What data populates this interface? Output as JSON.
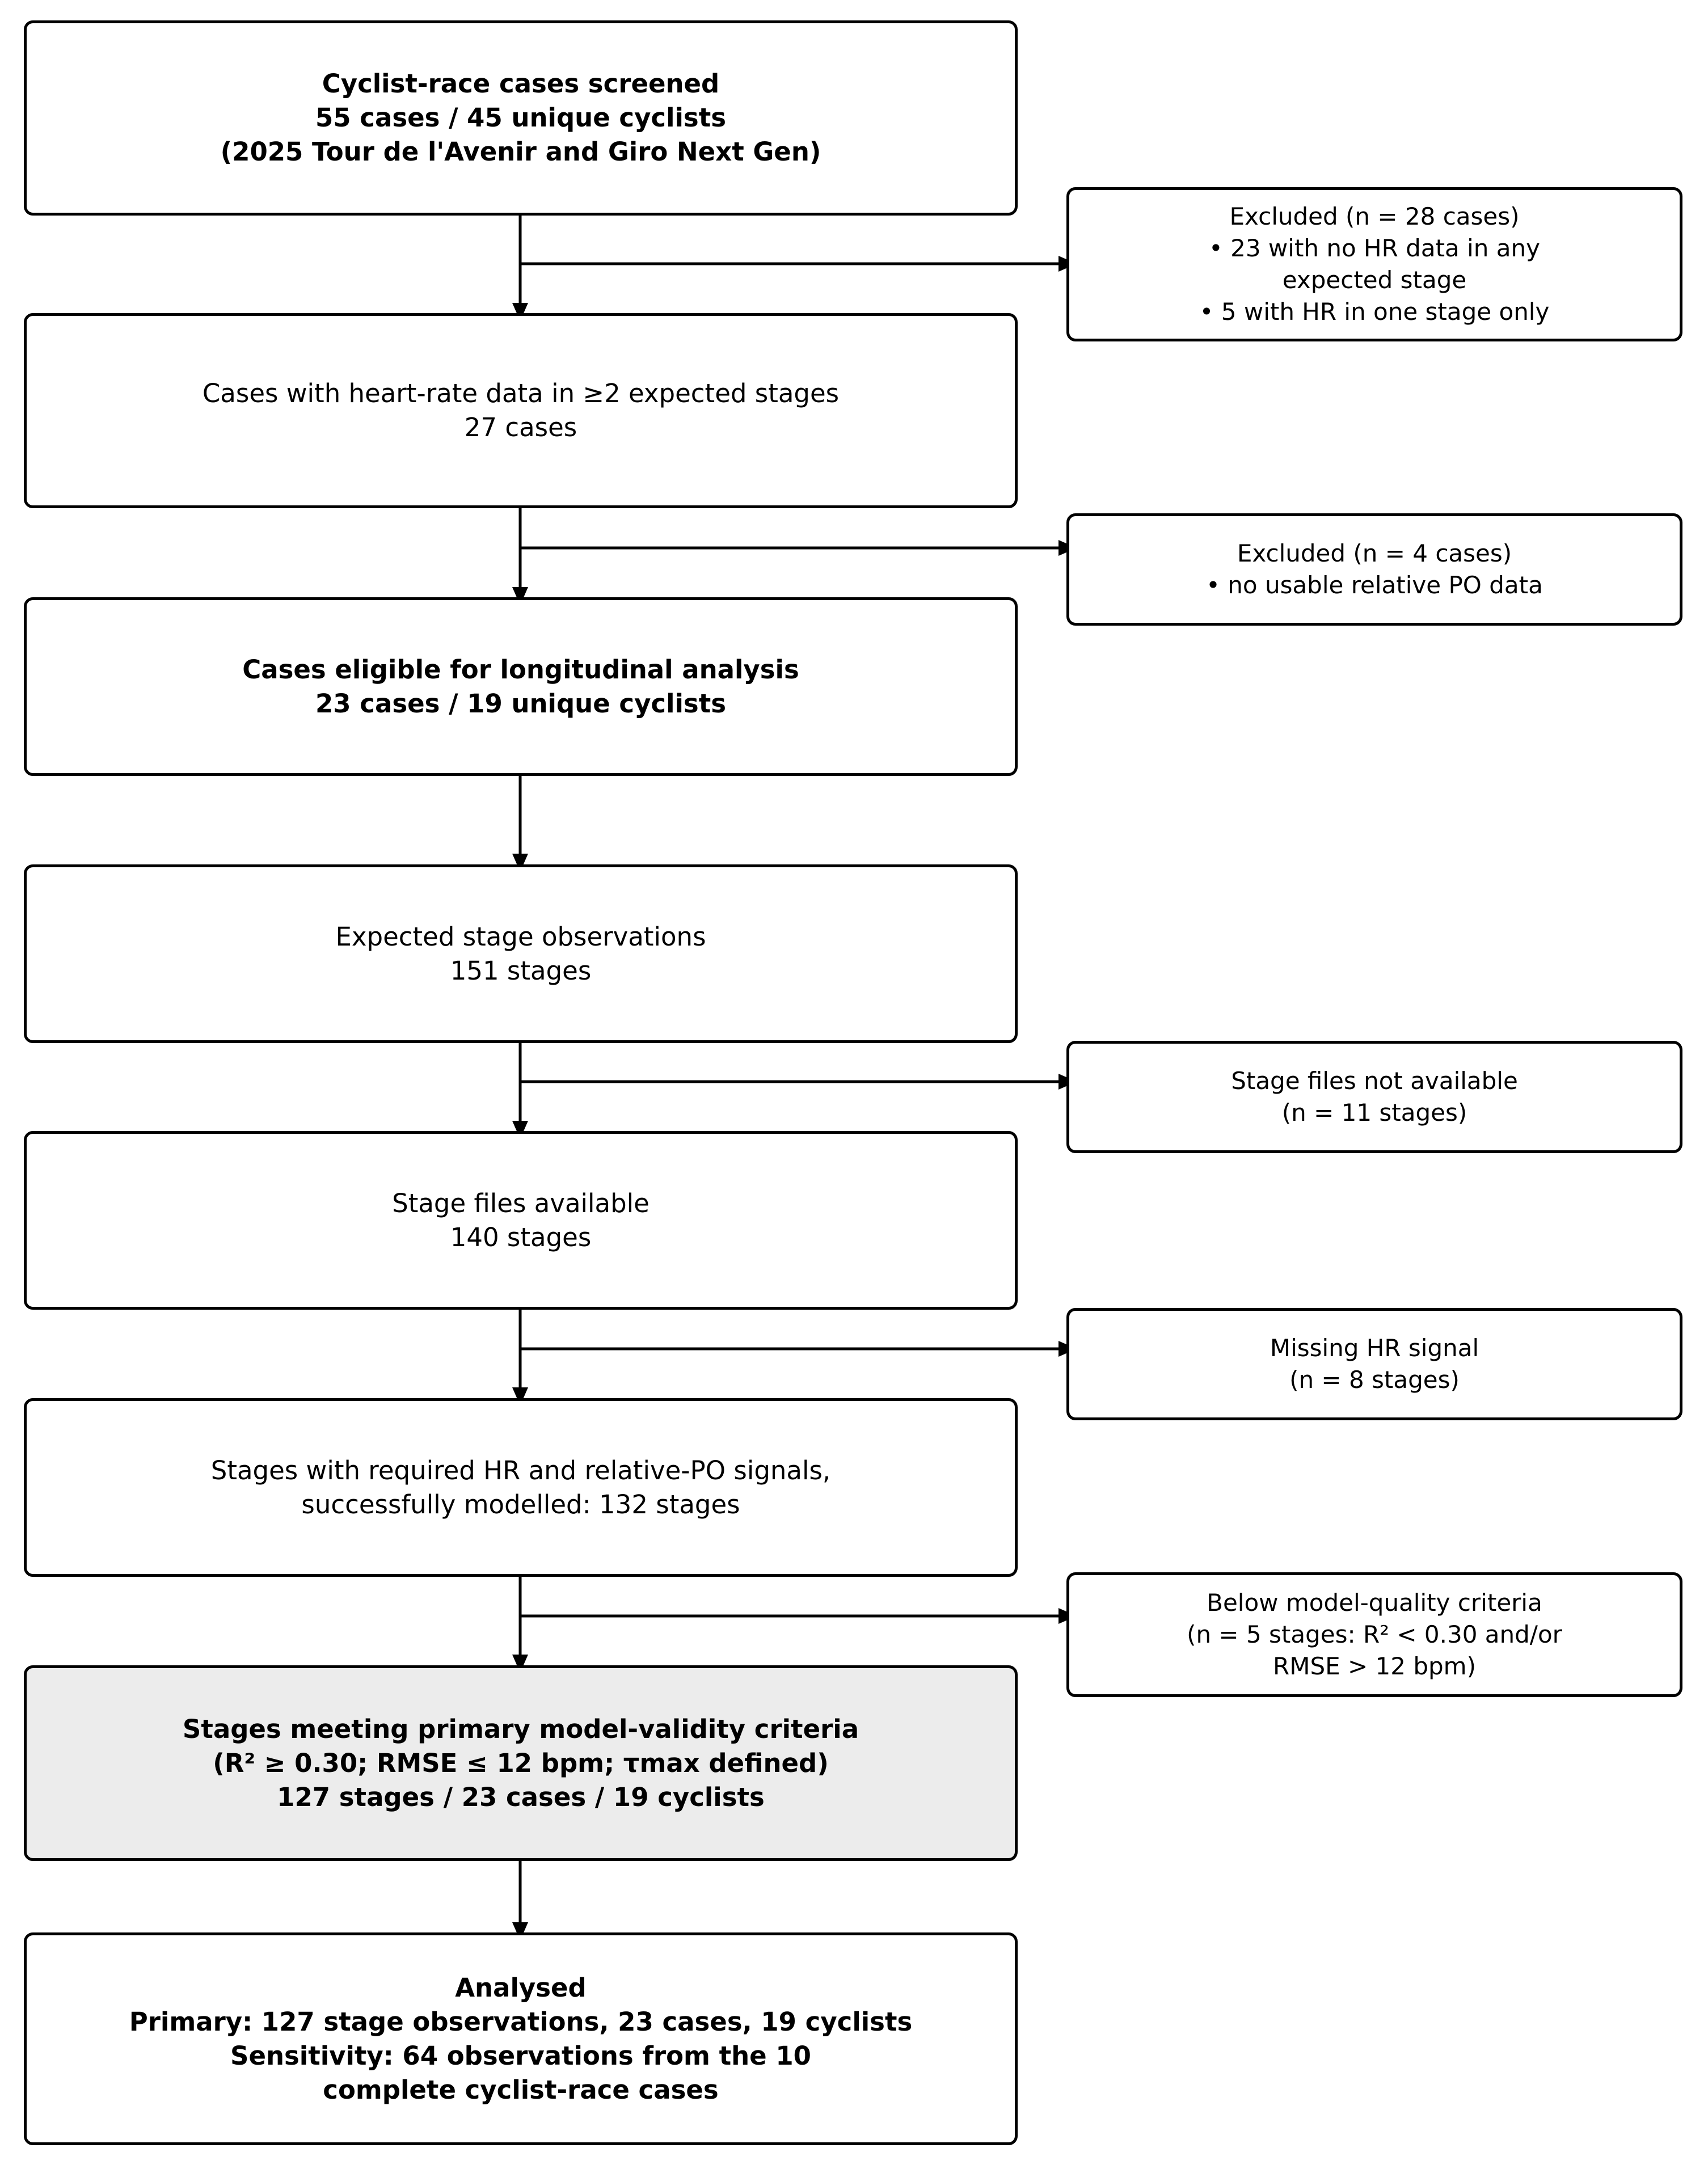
{
  "boxes": {
    "screened": {
      "lines": [
        "Cyclist-race cases screened",
        "55 cases / 45 unique cyclists",
        "(2025 Tour de l'Avenir and Giro Next Gen)"
      ]
    },
    "excluded_no_hr": {
      "lines": [
        "Excluded (n = 28 cases)",
        "• 23 with no HR data in any",
        "expected stage",
        "• 5 with HR in one stage only"
      ]
    },
    "hr_two_stages": {
      "lines": [
        "Cases with heart-rate data in ≥2 expected stages",
        "27 cases"
      ]
    },
    "excluded_no_po": {
      "lines": [
        "Excluded (n = 4 cases)",
        "• no usable relative PO data"
      ]
    },
    "eligible": {
      "lines": [
        "Cases eligible for longitudinal analysis",
        "23 cases / 19 unique cyclists"
      ]
    },
    "expected_stages": {
      "lines": [
        "Expected stage observations",
        "151 stages"
      ]
    },
    "files_missing": {
      "lines": [
        "Stage files not available",
        "(n = 11 stages)"
      ]
    },
    "files_available": {
      "lines": [
        "Stage files available",
        "140 stages"
      ]
    },
    "missing_hr": {
      "lines": [
        "Missing HR signal",
        "(n = 8 stages)"
      ]
    },
    "modelled": {
      "lines": [
        "Stages with required HR and relative-PO signals,",
        "successfully modelled: 132 stages"
      ]
    },
    "below_quality": {
      "lines": [
        "Below model-quality criteria",
        "(n = 5 stages: R² < 0.30 and/or",
        "RMSE > 12 bpm)"
      ]
    },
    "valid": {
      "lines": [
        "Stages meeting primary model-validity criteria",
        "(R² ≥ 0.30; RMSE ≤ 12 bpm; τmax defined)",
        "127 stages / 23 cases / 19 cyclists"
      ]
    },
    "analysed": {
      "lines": [
        "Analysed",
        "Primary: 127 stage observations, 23 cases, 19 cyclists",
        "Sensitivity: 64 observations from the 10",
        "complete cyclist-race cases"
      ]
    }
  }
}
